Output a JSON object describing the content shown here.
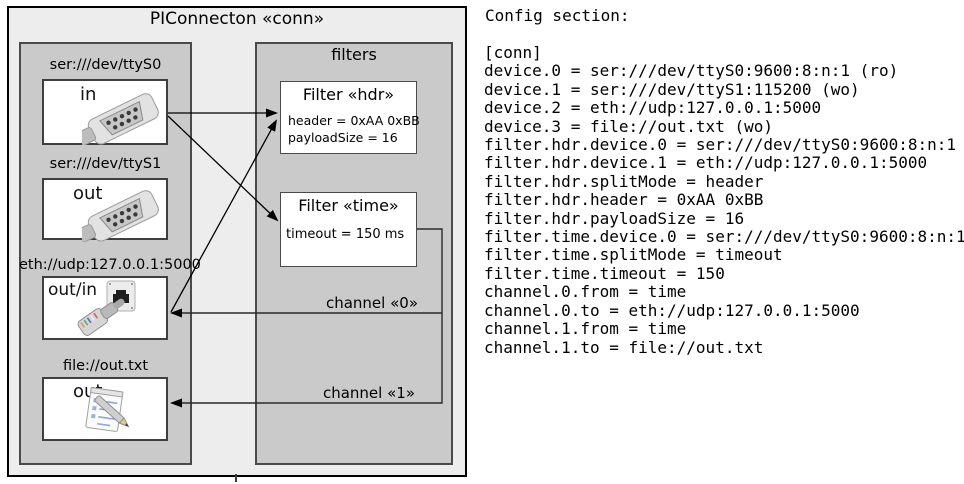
{
  "diagram": {
    "title": "PIConnecton «conn»",
    "filters_panel_title": "filters",
    "devices": [
      {
        "label": "ser:///dev/ttyS0",
        "port": "in",
        "icon": "serial-connector-icon"
      },
      {
        "label": "ser:///dev/ttyS1",
        "port": "out",
        "icon": "serial-connector-icon"
      },
      {
        "label": "eth://udp:127.0.0.1:5000",
        "port": "out/in",
        "icon": "ethernet-connector-icon"
      },
      {
        "label": "file://out.txt",
        "port": "out",
        "icon": "notepad-icon"
      }
    ],
    "filters": [
      {
        "title": "Filter «hdr»",
        "lines": [
          "header = 0xAA 0xBB",
          "payloadSize = 16"
        ]
      },
      {
        "title": "Filter «time»",
        "lines": [
          "timeout = 150 ms"
        ]
      }
    ],
    "channels": [
      {
        "label": "channel «0»"
      },
      {
        "label": "channel «1»"
      }
    ],
    "colors": {
      "outer_fill": "#ededed",
      "panel_fill": "#cacaca",
      "panel_border": "#4a4a4a",
      "box_fill": "#ffffff",
      "line": "#000000"
    }
  },
  "config": {
    "heading": "Config section:",
    "lines": [
      "[conn]",
      "device.0 = ser:///dev/ttyS0:9600:8:n:1 (ro)",
      "device.1 = ser:///dev/ttyS1:115200 (wo)",
      "device.2 = eth://udp:127.0.0.1:5000",
      "device.3 = file://out.txt (wo)",
      "filter.hdr.device.0 = ser:///dev/ttyS0:9600:8:n:1",
      "filter.hdr.device.1 = eth://udp:127.0.0.1:5000",
      "filter.hdr.splitMode = header",
      "filter.hdr.header = 0xAA 0xBB",
      "filter.hdr.payloadSize = 16",
      "filter.time.device.0 = ser:///dev/ttyS0:9600:8:n:1",
      "filter.time.splitMode = timeout",
      "filter.time.timeout = 150",
      "channel.0.from = time",
      "channel.0.to = eth://udp:127.0.0.1:5000",
      "channel.1.from = time",
      "channel.1.to = file://out.txt"
    ]
  }
}
